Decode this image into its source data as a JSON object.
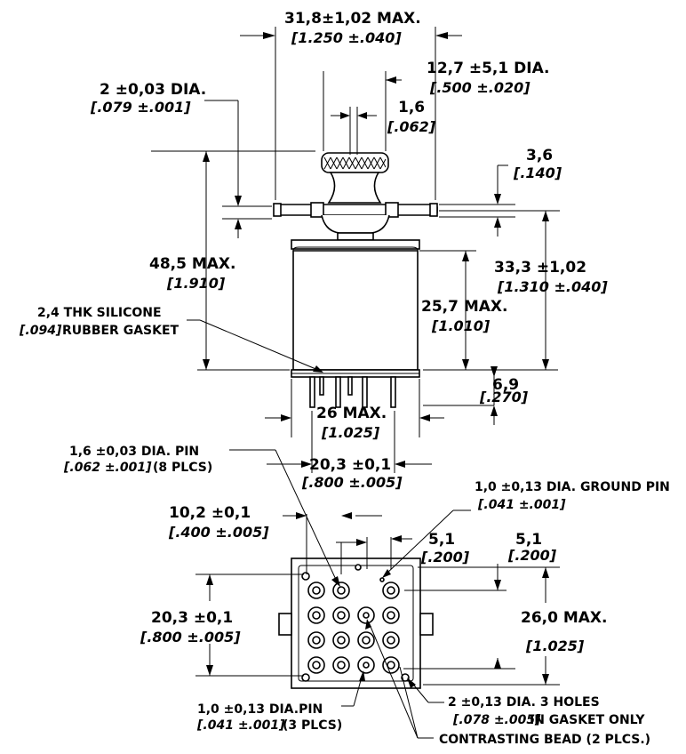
{
  "labels": {
    "overall_width": "31,8±1,02 MAX.",
    "overall_width_in": "[1.250 ±.040]",
    "knob_dia": "12,7 ±5,1 DIA.",
    "knob_dia_in": "[.500 ±.020]",
    "pin_stub_dia": "2 ±0,03 DIA.",
    "pin_stub_dia_in": "[.079 ±.001]",
    "slot": "1,6",
    "slot_in": "[.062]",
    "flange_thk": "3,6",
    "flange_thk_in": "[.140]",
    "height_max": "48,5 MAX.",
    "height_max_in": "[1.910]",
    "upper_height": "33,3 ±1,02",
    "upper_height_in": "[1.310 ±.040]",
    "body_height": "25,7 MAX.",
    "body_height_in": "[1.010]",
    "gasket_1": "2,4 THK SILICONE",
    "gasket_2_in": "[.094]",
    "gasket_2": "RUBBER GASKET",
    "pin_len": "6,9",
    "pin_len_in": "[.270]",
    "body_width": "26 MAX.",
    "body_width_in": "[1.025]",
    "pin_pitch": "20,3 ±0,1",
    "pin_pitch_in": "[.800 ±.005]",
    "pin_dia_1": "1,6 ±0,03 DIA. PIN",
    "pin_dia_1_in": "[.062 ±.001]",
    "pin_dia_1_b": " (8 PLCS)",
    "ground_pin": "1,0 ±0,13 DIA. GROUND PIN",
    "ground_pin_in": "[.041 ±.001]",
    "spacing_x": "10,2 ±0,1",
    "spacing_x_in": "[.400 ±.005]",
    "offset_a": "5,1",
    "offset_a_in": "[.200]",
    "offset_b": "5,1",
    "offset_b_in": "[.200]",
    "pin_pitch_y": "20,3 ±0,1",
    "pin_pitch_y_in": "[.800 ±.005]",
    "square_max": "26,0 MAX.",
    "square_max_in": "[1.025]",
    "small_pin": "1,0 ±0,13 DIA.PIN",
    "small_pin_in": "[.041 ±.001]",
    "small_pin_b": "(3 PLCS)",
    "holes_1": "2 ±0,13 DIA. 3 HOLES",
    "holes_2_in": "[.078 ±.005]",
    "holes_2": "  IN GASKET ONLY",
    "bead": "CONTRASTING BEAD (2 PLCS.)"
  },
  "colors": {
    "bead": "#1a2fd6"
  }
}
